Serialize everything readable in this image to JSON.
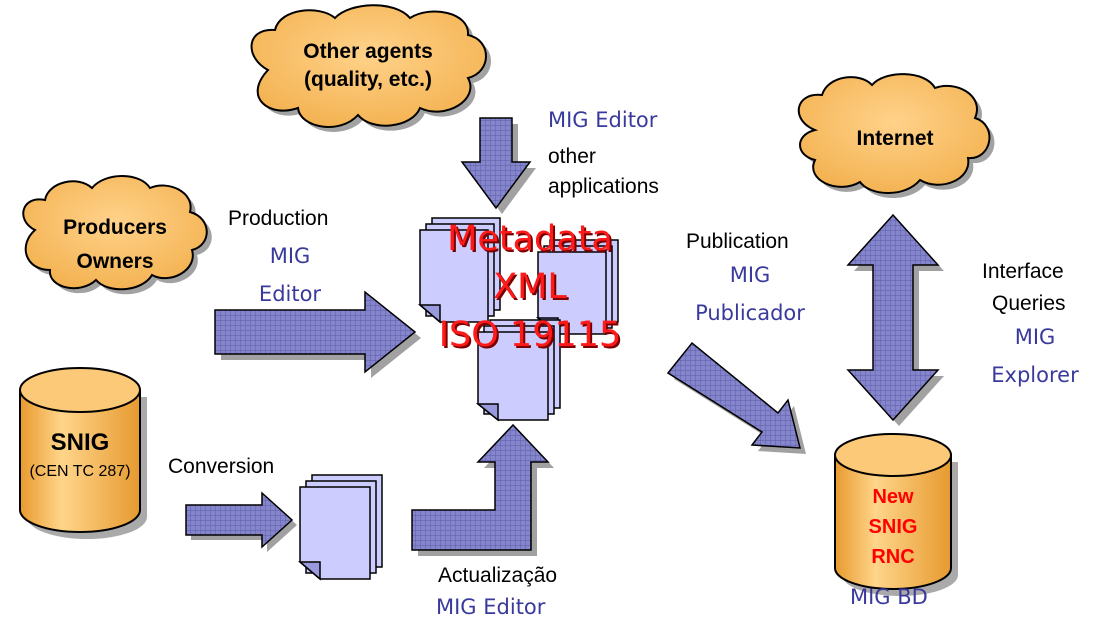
{
  "clouds": {
    "other_agents": [
      "Other agents",
      "(quality, etc.)"
    ],
    "producers": [
      "Producers",
      "Owners"
    ],
    "internet": "Internet"
  },
  "databases": {
    "snig": {
      "title": "SNIG",
      "subtitle": "(CEN TC 287)"
    },
    "new_snig": [
      "New",
      "SNIG",
      "RNC"
    ]
  },
  "center": {
    "metadata_lines": [
      "Metadata",
      "XML",
      "ISO 19115"
    ]
  },
  "labels": {
    "mig_editor_top": "MIG Editor",
    "other_applications": [
      "other",
      "applications"
    ],
    "production": "Production",
    "production_tool": [
      "MIG",
      "Editor"
    ],
    "publication": "Publication",
    "publication_tool": [
      "MIG",
      "Publicador"
    ],
    "interface_queries": [
      "Interface",
      "Queries"
    ],
    "explorer_tool": [
      "MIG",
      "Explorer"
    ],
    "conversion": "Conversion",
    "actualizacao": "Actualização",
    "actualizacao_tool": "MIG Editor",
    "mig_bd": "MIG BD"
  },
  "colors": {
    "cloud_fill": "#f7bf63",
    "cylinder_fill": "#f7bf63",
    "document_fill": "#ccccff",
    "arrow_fill": "#8080c8",
    "blue_text": "#3a3a9c",
    "red_text": "#ff1a1a"
  }
}
